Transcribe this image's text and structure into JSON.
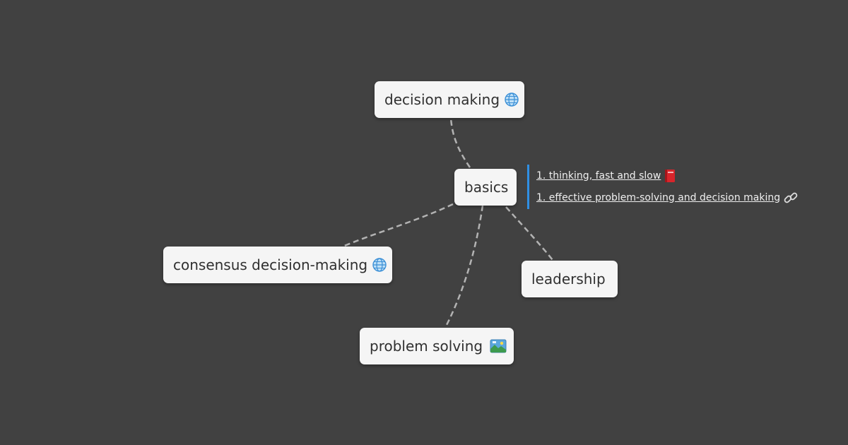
{
  "mindmap": {
    "center": {
      "label": "basics"
    },
    "nodes": [
      {
        "id": "decision",
        "label": "decision making",
        "icon": "globe-icon"
      },
      {
        "id": "consensus",
        "label": "consensus decision-making",
        "icon": "globe-icon"
      },
      {
        "id": "leadership",
        "label": "leadership",
        "icon": ""
      },
      {
        "id": "problem",
        "label": "problem solving",
        "icon": "map-image-icon"
      }
    ],
    "notes": [
      {
        "label": "1. thinking, fast and slow",
        "icon": "book-icon"
      },
      {
        "label": "1. effective problem-solving and decision making",
        "icon": "link-icon"
      }
    ]
  },
  "colors": {
    "background": "#414141",
    "node_fill": "#f5f5f5",
    "edge": "#b3b3b3",
    "note_accent": "#2f8fe3"
  }
}
